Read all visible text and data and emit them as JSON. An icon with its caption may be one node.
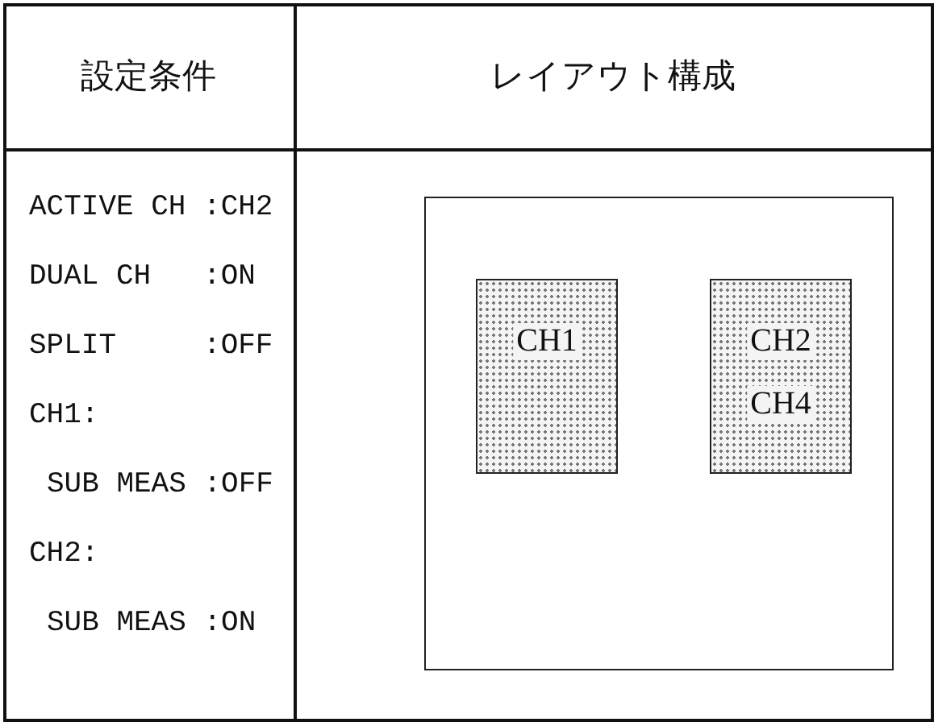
{
  "diagram": {
    "nodes": [
      {
        "text": [],
        "shape": "box"
      },
      {
        "text": [
          "CH1"
        ],
        "in": 0
      },
      {
        "text": [
          "CH2",
          "CH4"
        ],
        "in": 0
      }
    ],
    "edges": [],
    "labels": [
      "設定条件",
      "レイアウト構成",
      "ACTIVE CH :CH2",
      "DUAL CH   :ON",
      "SPLIT     :OFF",
      "CH1:",
      "SUB MEAS :OFF",
      "CH2:",
      "SUB MEAS :ON"
    ]
  }
}
